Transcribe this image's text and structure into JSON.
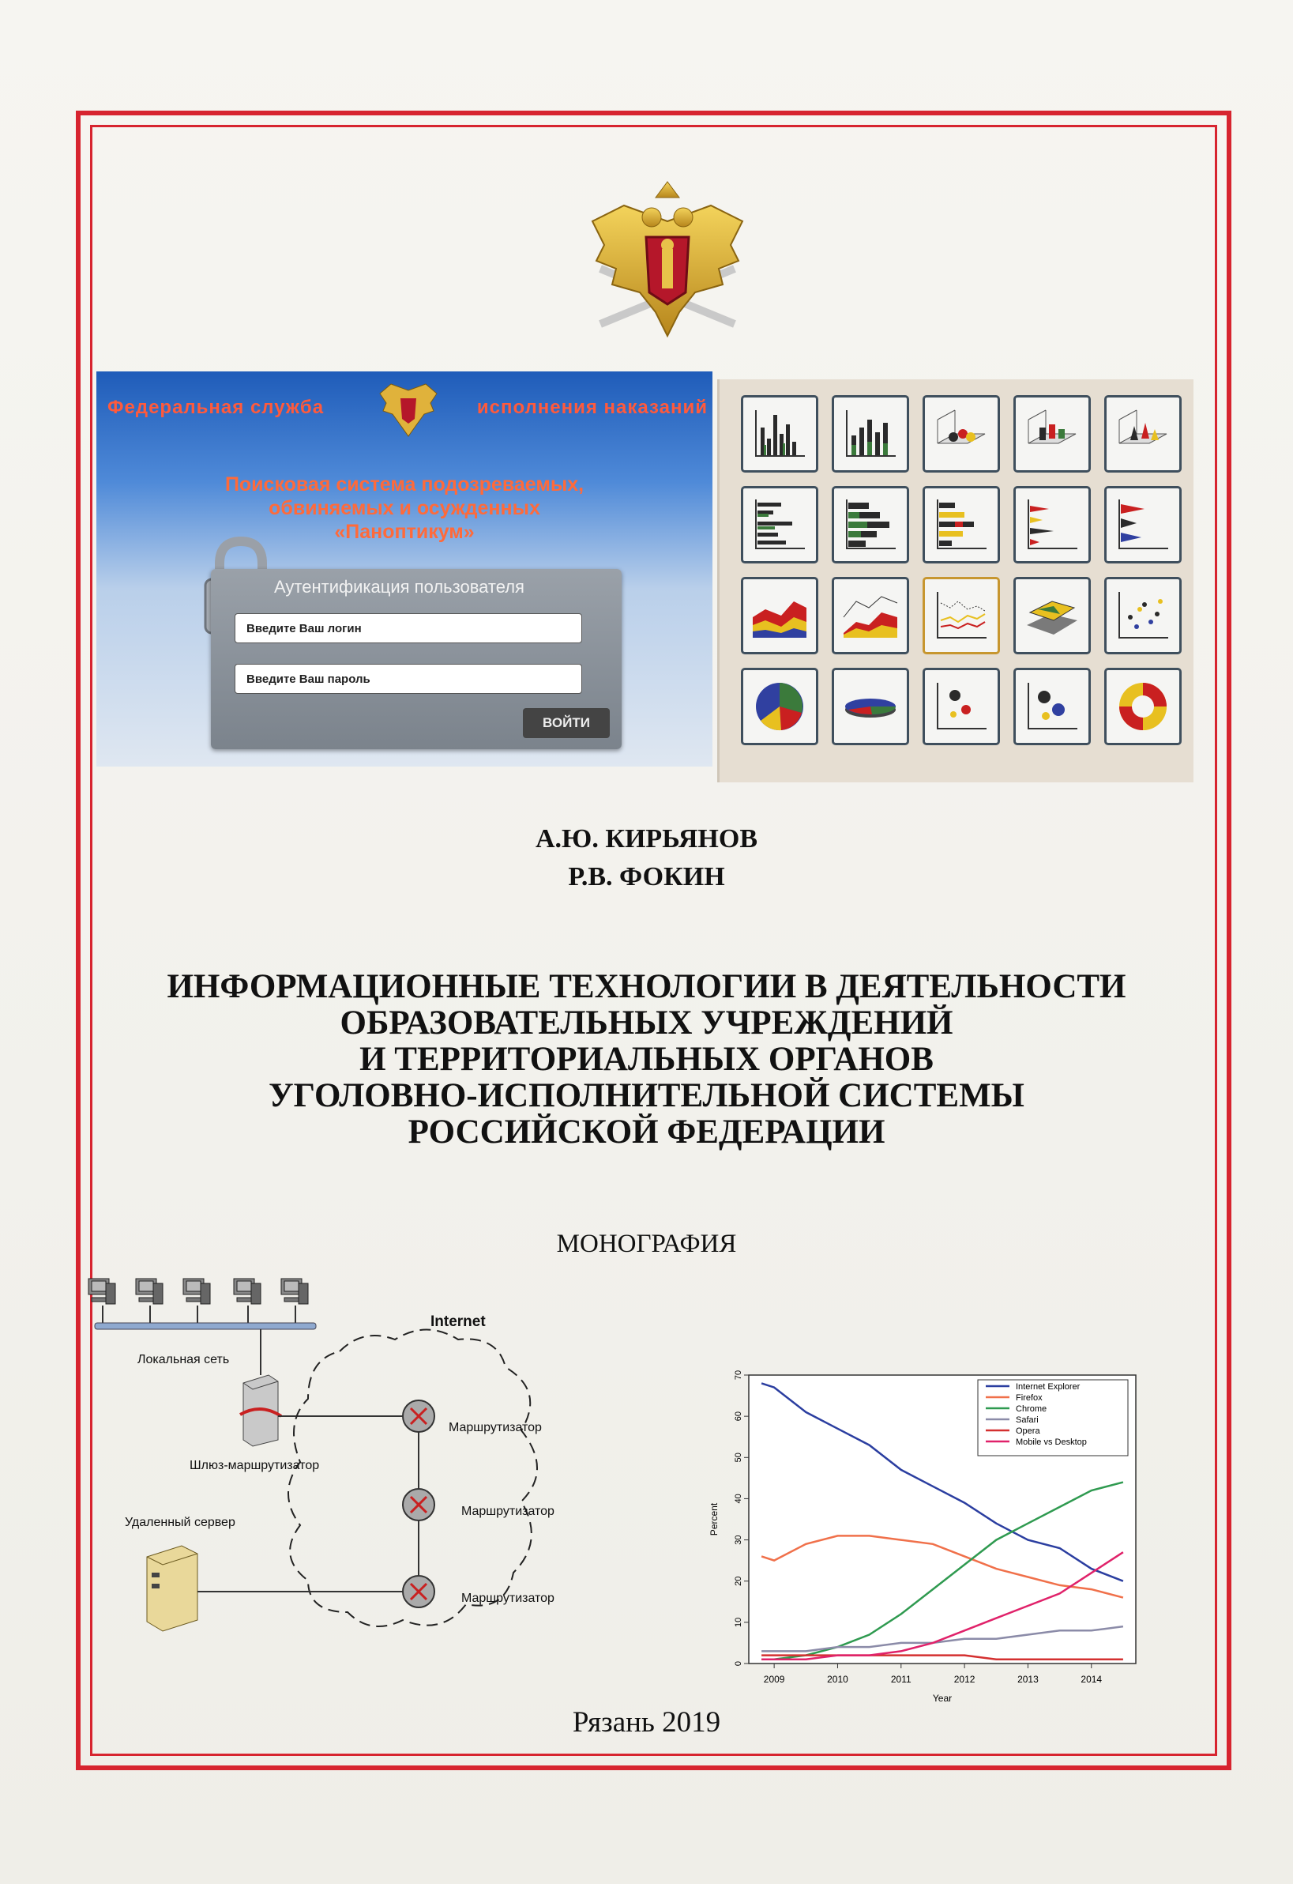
{
  "cover": {
    "login_panel": {
      "agency_left": "Федеральная служба",
      "agency_right": "исполнения наказаний",
      "system_lines": [
        "Поисковая система подозреваемых,",
        "обвиняемых и осужденных",
        "«Паноптикум»"
      ],
      "auth_title": "Аутентификация пользователя",
      "login_placeholder": "Введите Ваш логин",
      "password_placeholder": "Введите Ваш пароль",
      "submit_label": "ВОЙТИ"
    },
    "authors": [
      "А.Ю. КИРЬЯНОВ",
      "Р.В. ФОКИН"
    ],
    "title_lines": [
      "ИНФОРМАЦИОННЫЕ ТЕХНОЛОГИИ В ДЕЯТЕЛЬНОСТИ",
      "ОБРАЗОВАТЕЛЬНЫХ УЧРЕЖДЕНИЙ",
      "И ТЕРРИТОРИАЛЬНЫХ ОРГАНОВ",
      "УГОЛОВНО-ИСПОЛНИТЕЛЬНОЙ СИСТЕМЫ",
      "РОССИЙСКОЙ ФЕДЕРАЦИИ"
    ],
    "genre": "МОНОГРАФИЯ",
    "city_year": "Рязань 2019",
    "network": {
      "internet": "Internet",
      "lan": "Локальная сеть",
      "gateway": "Шлюз-маршрутизатор",
      "remote_server": "Удаленный сервер",
      "router": "Маршрутизатор"
    },
    "colors": {
      "frame": "#d7242f",
      "panel_blue": "#1f5cb9"
    }
  },
  "chart_data": {
    "type": "line",
    "xlabel": "Year",
    "ylabel": "Percent",
    "x_ticks": [
      "2009",
      "2010",
      "2011",
      "2012",
      "2013",
      "2014"
    ],
    "y_ticks": [
      "0",
      "10",
      "20",
      "30",
      "40",
      "50",
      "60",
      "70"
    ],
    "xlim": [
      2008.6,
      2014.7
    ],
    "ylim": [
      0,
      70
    ],
    "legend_position": "top-right",
    "x": [
      2008.8,
      2009.0,
      2009.5,
      2010.0,
      2010.5,
      2011.0,
      2011.5,
      2012.0,
      2012.5,
      2013.0,
      2013.5,
      2014.0,
      2014.5
    ],
    "series": [
      {
        "name": "Internet Explorer",
        "color": "#2b3ea0",
        "values": [
          68,
          67,
          61,
          57,
          53,
          47,
          43,
          39,
          34,
          30,
          28,
          23,
          20
        ]
      },
      {
        "name": "Firefox",
        "color": "#f0704a",
        "values": [
          26,
          25,
          29,
          31,
          31,
          30,
          29,
          26,
          23,
          21,
          19,
          18,
          16
        ]
      },
      {
        "name": "Chrome",
        "color": "#2f9a50",
        "values": [
          1,
          1,
          2,
          4,
          7,
          12,
          18,
          24,
          30,
          34,
          38,
          42,
          44
        ]
      },
      {
        "name": "Safari",
        "color": "#8b8ba8",
        "values": [
          3,
          3,
          3,
          4,
          4,
          5,
          5,
          6,
          6,
          7,
          8,
          8,
          9
        ]
      },
      {
        "name": "Opera",
        "color": "#d43030",
        "values": [
          2,
          2,
          2,
          2,
          2,
          2,
          2,
          2,
          1,
          1,
          1,
          1,
          1
        ]
      },
      {
        "name": "Mobile vs Desktop",
        "color": "#e0226a",
        "values": [
          1,
          1,
          1,
          2,
          2,
          3,
          5,
          8,
          11,
          14,
          17,
          22,
          27
        ]
      }
    ]
  }
}
